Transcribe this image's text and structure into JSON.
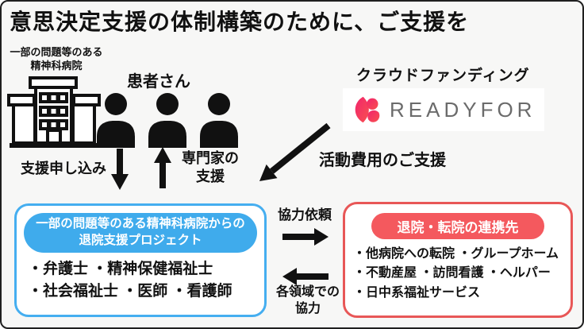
{
  "page": {
    "title": "意思決定支援の体制構築のために、ご支援を",
    "background_color": "#f7f7f6",
    "frame_color": "#1f1f1f"
  },
  "hospital": {
    "label_line1": "一部の問題等のある",
    "label_line2": "精神科病院",
    "icon": "hospital-building-icon"
  },
  "patients": {
    "label": "患者さん",
    "icon": "person-icon",
    "count": 3
  },
  "crowdfunding": {
    "label": "クラウドファンディング",
    "logo_text": "READYFOR",
    "logo_text_color": "#6b6b6b",
    "logo_mark_color": "#ee2a6b"
  },
  "flows": {
    "apply_label": "支援申し込み",
    "expert_line1": "専門家の",
    "expert_line2": "支援",
    "funding_label": "活動費用のご支援",
    "request_label": "協力依頼",
    "coop_line1": "各領域での",
    "coop_line2": "協力",
    "arrow_color": "#111111"
  },
  "project_box": {
    "border_color": "#45aef0",
    "pill_color": "#3fabec",
    "pill_text_color": "#ffffff",
    "title_line1": "一部の問題等のある精神科病院からの",
    "title_line2": "退院支援プロジェクト",
    "members_line1": "・弁護士 ・精神保健福祉士",
    "members_line2": "・社会福祉士 ・医師 ・看護師"
  },
  "partner_box": {
    "border_color": "#e85757",
    "pill_color": "#f4595e",
    "pill_text_color": "#ffffff",
    "title": "退院・転院の連携先",
    "items": [
      "・他病院への転院 ・グループホーム",
      "・不動産屋 ・訪問看護 ・ヘルパー",
      "・日中系福祉サービス"
    ]
  }
}
